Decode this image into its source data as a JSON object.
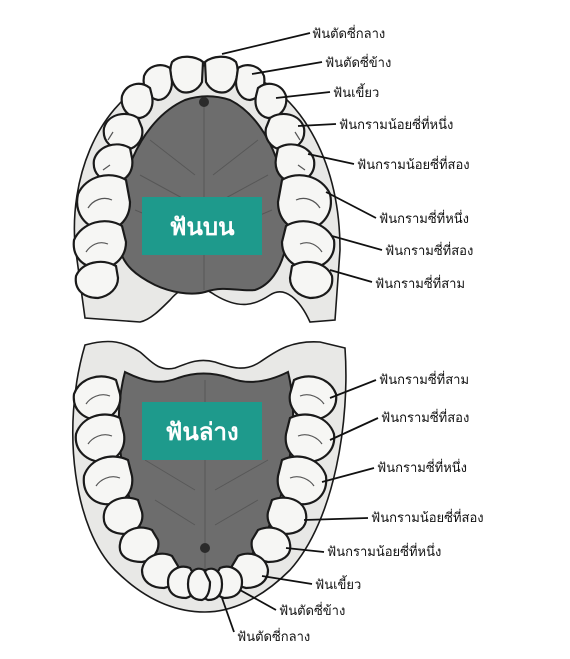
{
  "upper_arch": {
    "title": "ฟันบน",
    "labels": [
      "ฟันตัดซี่กลาง",
      "ฟันตัดซี่ข้าง",
      "ฟันเขี้ยว",
      "ฟันกรามน้อยซี่ที่หนึ่ง",
      "ฟันกรามน้อยซี่ที่สอง",
      "ฟันกรามซี่ที่หนึ่ง",
      "ฟันกรามซี่ที่สอง",
      "ฟันกรามซี่ที่สาม"
    ]
  },
  "lower_arch": {
    "title": "ฟันล่าง",
    "labels": [
      "ฟันกรามซี่ที่สาม",
      "ฟันกรามซี่ที่สอง",
      "ฟันกรามซี่ที่หนึ่ง",
      "ฟันกรามน้อยซี่ที่สอง",
      "ฟันกรามน้อยซี่ที่หนึ่ง",
      "ฟันเขี้ยว",
      "ฟันตัดซี่ข้าง",
      "ฟันตัดซี่กลาง"
    ]
  },
  "colors": {
    "badge": "#1e9a8c",
    "badge_text": "#ffffff"
  }
}
